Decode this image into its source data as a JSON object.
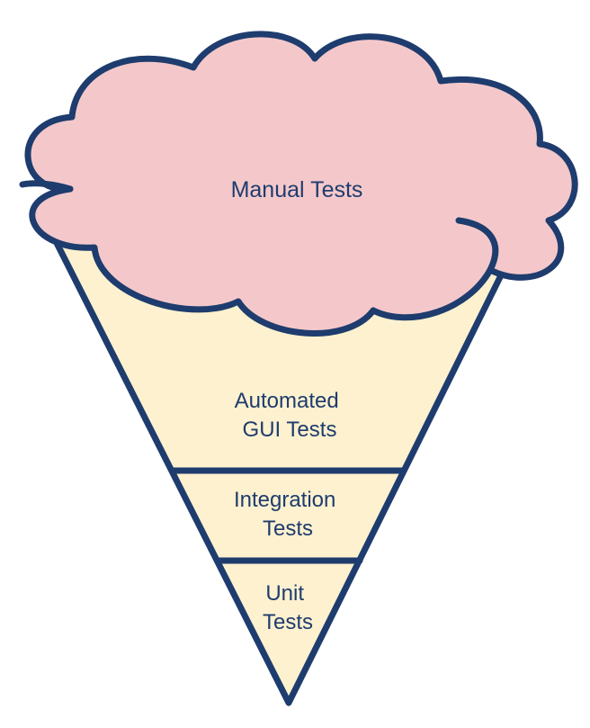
{
  "colors": {
    "outline": "#1e3c6e",
    "cloud_fill": "#f4c8ca",
    "cone_fill": "#fdf1cf",
    "text": "#1e3c6e",
    "background": "#ffffff"
  },
  "diagram": {
    "layers": [
      {
        "id": "manual",
        "lines": [
          "Manual Tests"
        ]
      },
      {
        "id": "gui",
        "lines": [
          "Automated",
          "GUI Tests"
        ]
      },
      {
        "id": "integration",
        "lines": [
          "Integration",
          "Tests"
        ]
      },
      {
        "id": "unit",
        "lines": [
          "Unit",
          "Tests"
        ]
      }
    ]
  }
}
